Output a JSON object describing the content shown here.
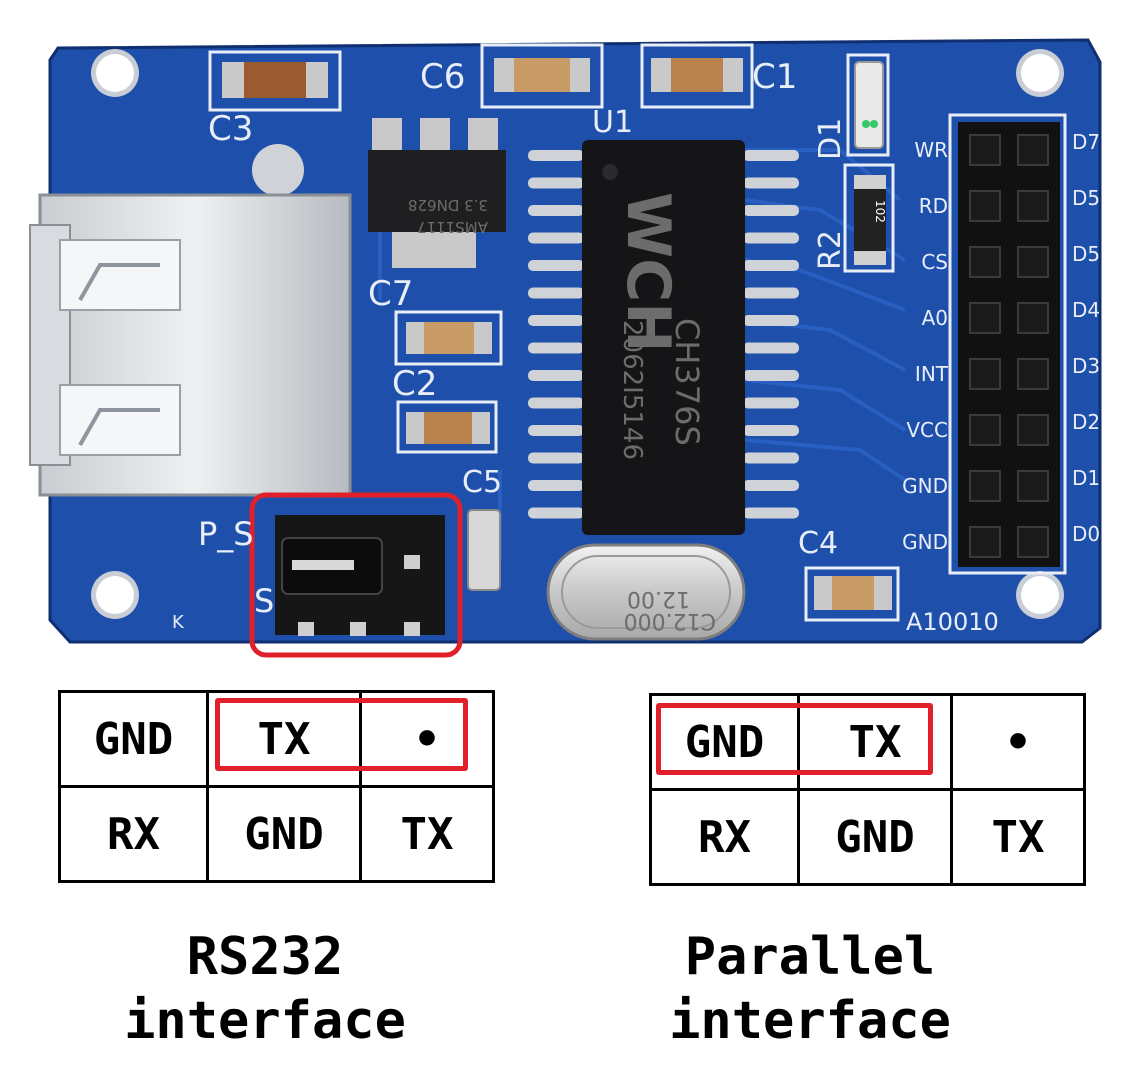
{
  "board": {
    "labels": {
      "c3": "C3",
      "c6": "C6",
      "c1": "C1",
      "u1": "U1",
      "d1": "D1",
      "r2": "R2",
      "c7": "C7",
      "c2": "C2",
      "c5": "C5",
      "c4": "C4",
      "p_s": "P_S",
      "s": "S",
      "k": "K",
      "board_id": "A10010"
    },
    "regulator": {
      "line1": "AMS1117",
      "line2": "3.3  DN628"
    },
    "resistor_code": "102",
    "chip": {
      "brand": "WCH",
      "part": "CH376S",
      "lot": "2062I5146"
    },
    "crystal": {
      "line1": "C12.000",
      "line2": "12.00"
    },
    "header_left_pins": [
      "WR",
      "RD",
      "CS",
      "A0",
      "INT",
      "VCC",
      "GND",
      "GND"
    ],
    "header_right_pins": [
      "D7",
      "D5",
      "D5",
      "D4",
      "D3",
      "D2",
      "D1",
      "D0"
    ],
    "colors": {
      "pcb": "#1a4fa8",
      "highlight": "#e0202a"
    }
  },
  "rs232": {
    "row1": [
      "GND",
      "TX",
      "•"
    ],
    "row2": [
      "RX",
      "GND",
      "TX"
    ],
    "caption_line1": "RS232",
    "caption_line2": "interface"
  },
  "parallel": {
    "row1": [
      "GND",
      "TX",
      "•"
    ],
    "row2": [
      "RX",
      "GND",
      "TX"
    ],
    "caption_line1": "Parallel",
    "caption_line2": "interface"
  }
}
